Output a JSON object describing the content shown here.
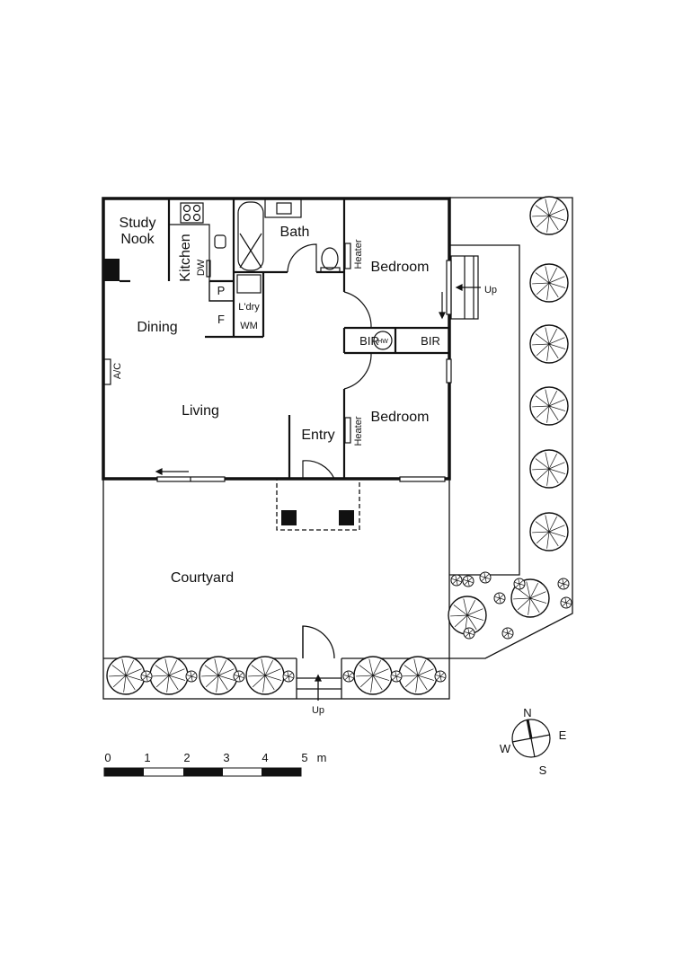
{
  "rooms": {
    "study_nook": [
      "Study",
      "Nook"
    ],
    "kitchen": "Kitchen",
    "dishwasher": "DW",
    "bath": "Bath",
    "bedroom_1": "Bedroom",
    "bedroom_2": "Bedroom",
    "pantry": "P",
    "fridge": "F",
    "laundry": "L'dry",
    "washing_machine": "WM",
    "dining": "Dining",
    "bir_1": "BIR",
    "hot_water": "HW",
    "bir_2": "BIR",
    "air_conditioner": "A/C",
    "living": "Living",
    "entry": "Entry",
    "heater_1": "Heater",
    "heater_2": "Heater",
    "courtyard": "Courtyard"
  },
  "stairs": {
    "side_up": "Up",
    "front_up": "Up"
  },
  "scale_bar": {
    "ticks": [
      "0",
      "1",
      "2",
      "3",
      "4",
      "5"
    ],
    "unit": "m"
  },
  "compass": {
    "n": "N",
    "e": "E",
    "s": "S",
    "w": "W"
  },
  "colors": {
    "ink": "#111111",
    "background": "#ffffff"
  }
}
